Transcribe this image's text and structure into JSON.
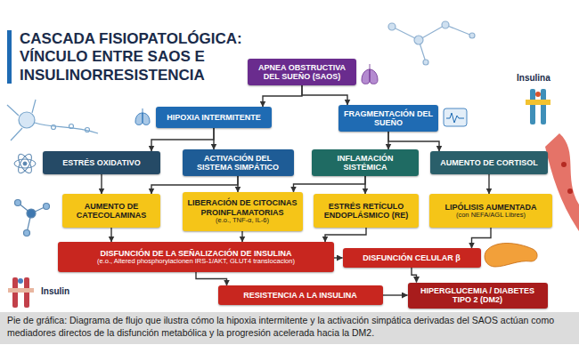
{
  "diagram": {
    "title": "CASCADA FISIOPATOLÓGICA: VÍNCULO ENTRE SAOS E INSULINORRESISTENCIA",
    "caption": "Pie de gráfica: Diagrama de flujo que ilustra cómo la hipoxia intermitente y la activación simpática derivadas del SAOS actúan como mediadores directos de la disfunción metabólica y la progresión acelerada hacia la DM2.",
    "nodes": [
      {
        "text": [
          "APNEA OBSTRUCTIVA DEL SUEÑO (SAOS)"
        ]
      },
      {
        "text": [
          "HIPOXIA INTERMITENTE"
        ]
      },
      {
        "text": [
          "FRAGMENTACIÓN DEL SUEÑO"
        ]
      },
      {
        "text": [
          "ESTRÉS OXIDATIVO"
        ]
      },
      {
        "text": [
          "ACTIVACIÓN DEL SISTEMA SIMPÁTICO"
        ]
      },
      {
        "text": [
          "INFLAMACIÓN SISTÉMICA"
        ]
      },
      {
        "text": [
          "AUMENTO DE CORTISOL"
        ]
      },
      {
        "text": [
          "AUMENTO DE CATECOLAMINAS"
        ]
      },
      {
        "text": [
          "LIBERACIÓN DE CITOCINAS PROINFLAMATORIAS",
          "(e.o., TNF-α, IL-6)"
        ]
      },
      {
        "text": [
          "ESTRÉS RETÍCULO ENDOPLÁSMICO (RE)"
        ]
      },
      {
        "text": [
          "LIPÓLISIS AUMENTADA",
          "(con NEFA/AGL Libres)"
        ]
      },
      {
        "text": [
          "DISFUNCIÓN DE LA SEÑALIZACIÓN DE INSULINA",
          "(e.o., Altered phosphoryiacionen IRS-1/AKT, GLUT4 translocacion)"
        ]
      },
      {
        "text": [
          "DISFUNCIÓN CELULAR β"
        ]
      },
      {
        "text": [
          "RESISTENCIA A LA INSULINA"
        ]
      },
      {
        "text": [
          "HIPERGLUCEMIA / DIABETES TIPO 2 (DM2)"
        ]
      }
    ],
    "edges": [
      {
        "from": 0,
        "to": 1,
        "arrow": "to"
      },
      {
        "from": 0,
        "to": 2,
        "arrow": "to"
      },
      {
        "from": 1,
        "to": 3,
        "arrow": "to"
      },
      {
        "from": 1,
        "to": 4,
        "arrow": "to"
      },
      {
        "from": 2,
        "to": 5,
        "arrow": "to"
      },
      {
        "from": 2,
        "to": 6,
        "arrow": "to"
      },
      {
        "from": 3,
        "to": 7,
        "arrow": "to"
      },
      {
        "from": 4,
        "to": 7,
        "arrow": "to"
      },
      {
        "from": 4,
        "to": 8,
        "arrow": "to"
      },
      {
        "from": 5,
        "to": 8,
        "arrow": "to"
      },
      {
        "from": 5,
        "to": 9,
        "arrow": "to"
      },
      {
        "from": 6,
        "to": 10,
        "arrow": "to"
      },
      {
        "from": 7,
        "to": 11,
        "arrow": "to"
      },
      {
        "from": 8,
        "to": 11,
        "arrow": "to"
      },
      {
        "from": 9,
        "to": 11,
        "arrow": "to"
      },
      {
        "from": 10,
        "to": 12,
        "arrow": "to"
      },
      {
        "from": 11,
        "to": 12,
        "arrow": "to"
      },
      {
        "from": 11,
        "to": 13,
        "arrow": "to"
      },
      {
        "from": 13,
        "to": 14,
        "arrow": "to"
      },
      {
        "from": 12,
        "to": 14,
        "arrow": "to"
      }
    ],
    "labels": [
      "Insulina",
      "Insulin"
    ]
  }
}
